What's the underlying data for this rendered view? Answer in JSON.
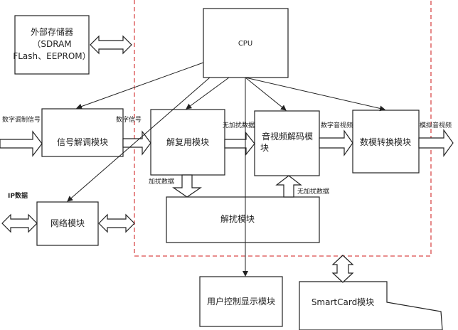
{
  "colors": {
    "boundary_dash": "#d94a4a",
    "stroke": "#222222",
    "arrow_fill": "#ffffff"
  },
  "blocks": {
    "external_storage": {
      "line1": "外部存储器",
      "line2": "（SDRAM",
      "line3": "FLash、EEPROM）"
    },
    "cpu": "CPU",
    "demod": "信号解调模块",
    "demux": "解复用模块",
    "av_decode": {
      "line1": "音视频解码模",
      "line2": "块"
    },
    "dac": "数模转换模块",
    "network": "网络模块",
    "descramble": "解扰模块",
    "user_control": "用户控制显示模块",
    "smartcard": "SmartCard模块"
  },
  "labels": {
    "digital_modulated_signal": "数字调制信号",
    "digital_signal": "数字信号",
    "unscrambled_data_top": "无加扰数据",
    "digital_av": "数字音视频",
    "analog_av": "模拟音视频",
    "scrambled_data": "加扰数据",
    "unscrambled_data_bottom": "无加扰数据",
    "ip_data": "IP数据"
  }
}
